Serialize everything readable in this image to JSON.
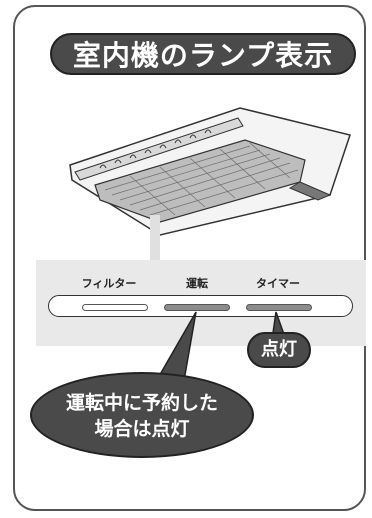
{
  "title": "室内機のランプ表示",
  "lamps": [
    {
      "label": "フィルター",
      "state": "off"
    },
    {
      "label": "運転",
      "state": "on"
    },
    {
      "label": "タイマー",
      "state": "on"
    }
  ],
  "callouts": {
    "small": "点灯",
    "large_line1": "運転中に予約した",
    "large_line2": "場合は点灯"
  },
  "colors": {
    "title_fill": "#4a4a4a",
    "callout_fill": "#4a4a4a",
    "lamp_on": "#8c8c8c",
    "lamp_off": "#ffffff",
    "panel": "#e9e9e9"
  }
}
